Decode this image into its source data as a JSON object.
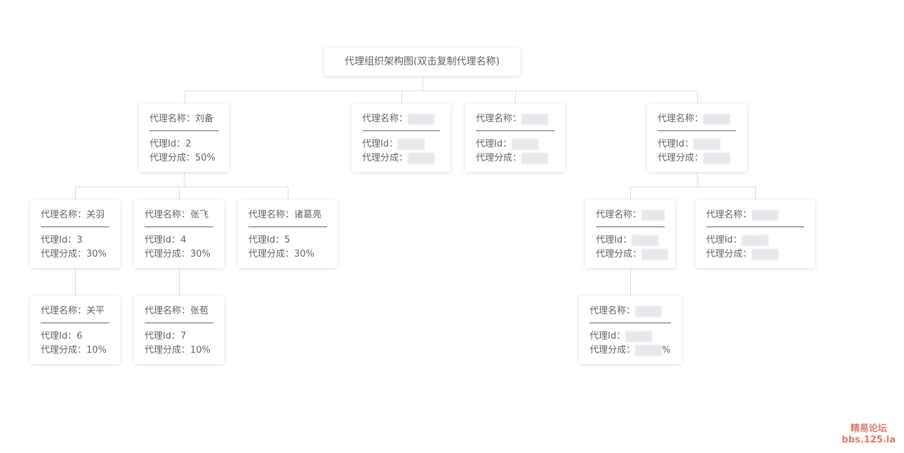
{
  "root": {
    "title": "代理组织架构图(双击复制代理名称)"
  },
  "labels": {
    "name": "代理名称：",
    "id": "代理Id：",
    "share": "代理分成："
  },
  "nodes": [
    {
      "name": "刘备",
      "id": "2",
      "share": "50%"
    },
    {
      "name": "",
      "id": "",
      "share": ""
    },
    {
      "name": "",
      "id": "",
      "share": ""
    },
    {
      "name": "",
      "id": "",
      "share": ""
    },
    {
      "name": "关羽",
      "id": "3",
      "share": "30%"
    },
    {
      "name": "张飞",
      "id": "4",
      "share": "30%"
    },
    {
      "name": "诸葛亮",
      "id": "5",
      "share": "30%"
    },
    {
      "name": "",
      "id": "",
      "share": ""
    },
    {
      "name": "",
      "id": "",
      "share": ""
    },
    {
      "name": "关平",
      "id": "6",
      "share": "10%"
    },
    {
      "name": "张苞",
      "id": "7",
      "share": "10%"
    },
    {
      "name": "",
      "id": "",
      "share": "%"
    }
  ],
  "watermark": {
    "line1": "精易论坛",
    "line2": "bbs.125.la"
  }
}
